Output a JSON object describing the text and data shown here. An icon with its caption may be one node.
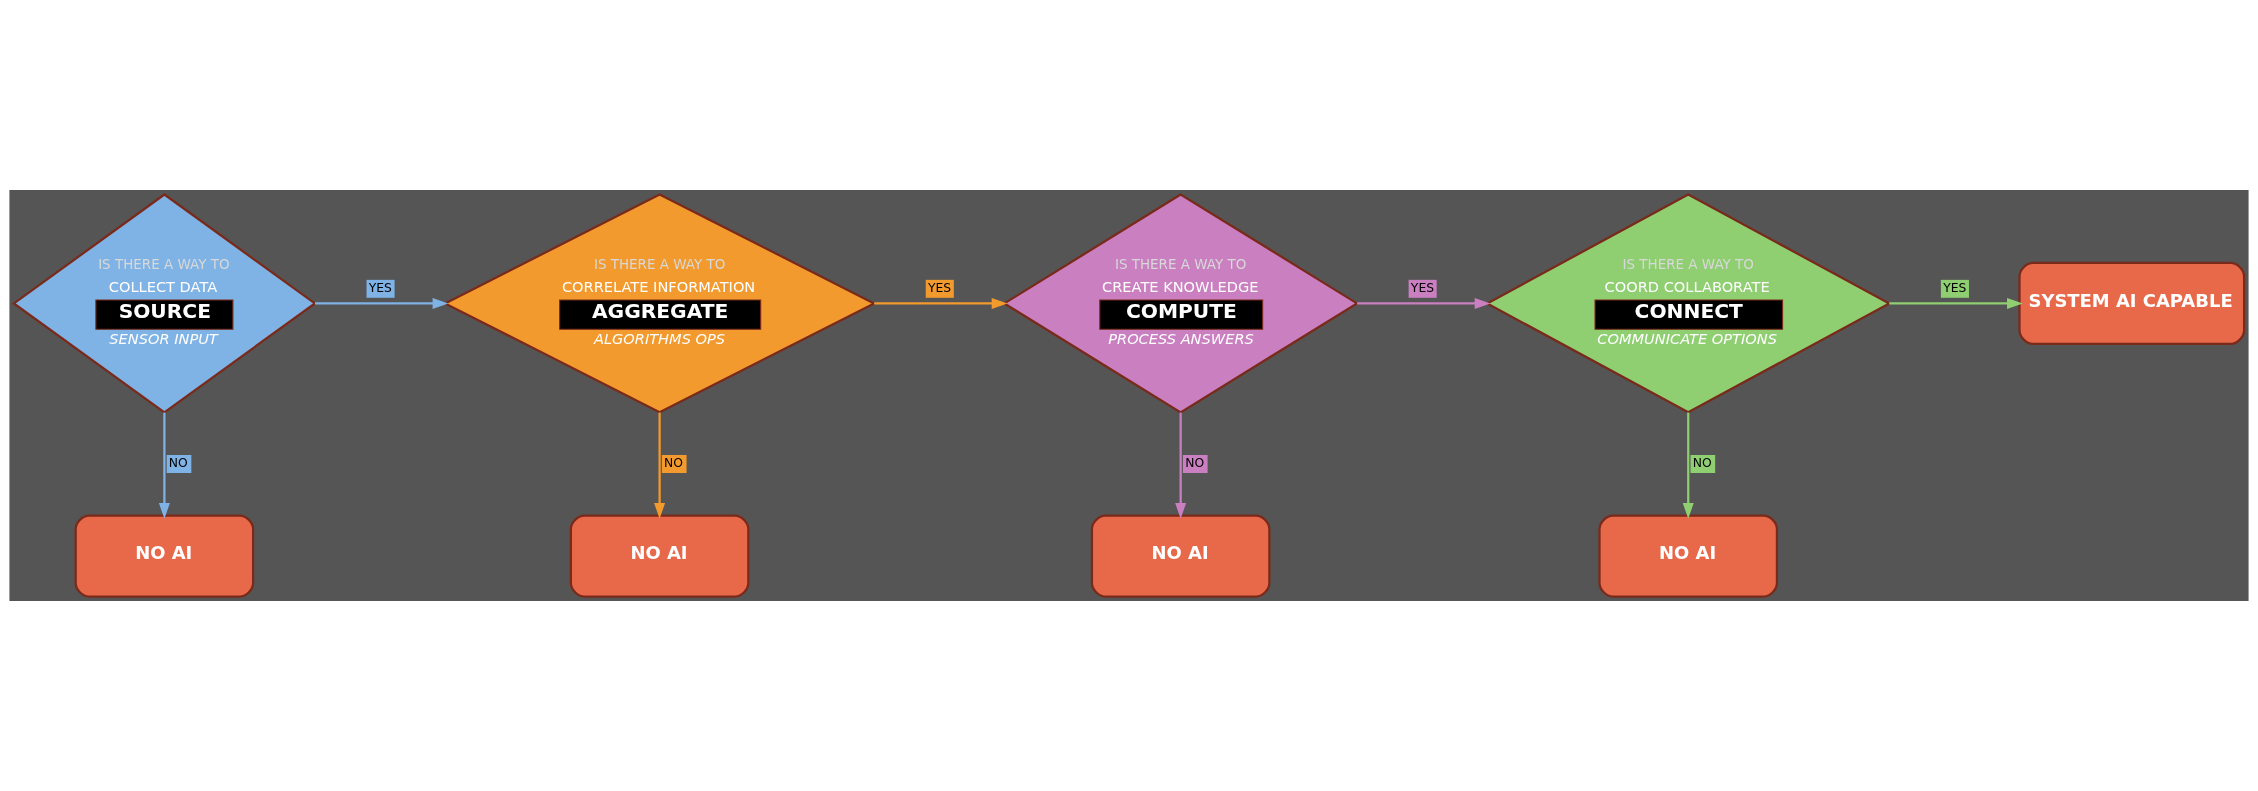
{
  "diagram": {
    "nodes": [
      {
        "text": [
          "IS THERE A WAY TO",
          "COLLECT DATA",
          "SOURCE",
          "SENSOR INPUT"
        ]
      },
      {
        "text": [
          "IS THERE A WAY TO",
          "CORRELATE INFORMATION",
          "AGGREGATE",
          "ALGORITHMS OPS"
        ]
      },
      {
        "text": [
          "IS THERE A WAY TO",
          "CREATE KNOWLEDGE",
          "COMPUTE",
          "PROCESS ANSWERS"
        ]
      },
      {
        "text": [
          "IS THERE A WAY TO",
          "COORD COLLABORATE",
          "CONNECT",
          "COMMUNICATE OPTIONS"
        ]
      },
      {
        "text": [
          "SYSTEM AI CAPABLE"
        ]
      },
      {
        "text": [
          "NO AI"
        ]
      },
      {
        "text": [
          "NO AI"
        ]
      },
      {
        "text": [
          "NO AI"
        ]
      },
      {
        "text": [
          "NO AI"
        ]
      }
    ],
    "edges": [
      {
        "from": 0,
        "to": 1,
        "arrow": "to",
        "label": "YES",
        "color": "#7fb2e5"
      },
      {
        "from": 1,
        "to": 2,
        "arrow": "to",
        "label": "YES",
        "color": "#f39a2e"
      },
      {
        "from": 2,
        "to": 3,
        "arrow": "to",
        "label": "YES",
        "color": "#c97fc0"
      },
      {
        "from": 3,
        "to": 4,
        "arrow": "to",
        "label": "YES",
        "color": "#8fcf72"
      },
      {
        "from": 0,
        "to": 5,
        "arrow": "to",
        "label": "NO",
        "color": "#7fb2e5"
      },
      {
        "from": 1,
        "to": 6,
        "arrow": "to",
        "label": "NO",
        "color": "#f39a2e"
      },
      {
        "from": 2,
        "to": 7,
        "arrow": "to",
        "label": "NO",
        "color": "#c97fc0"
      },
      {
        "from": 3,
        "to": 8,
        "arrow": "to",
        "label": "NO",
        "color": "#8fcf72"
      }
    ]
  }
}
